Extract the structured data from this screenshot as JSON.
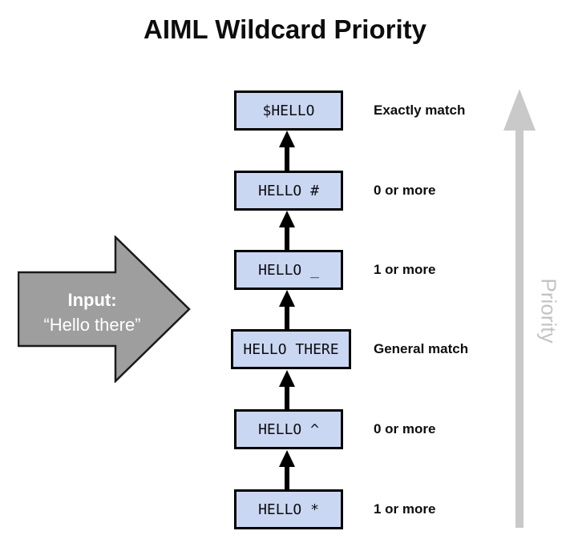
{
  "title": "AIML Wildcard Priority",
  "rows": [
    {
      "box": "$HELLO",
      "label": "Exactly match"
    },
    {
      "box": "HELLO #",
      "label": "0 or more"
    },
    {
      "box": "HELLO _",
      "label": "1 or more"
    },
    {
      "box": "HELLO THERE",
      "label": "General match"
    },
    {
      "box": "HELLO ^",
      "label": "0 or more"
    },
    {
      "box": "HELLO *",
      "label": "1 or more"
    }
  ],
  "input_arrow": {
    "heading": "Input:",
    "quote": "“Hello there”"
  },
  "priority_axis": {
    "label": "Priority"
  },
  "colors": {
    "box_fill": "#cad7f3",
    "box_border": "#000000",
    "connector": "#000000",
    "input_arrow_fill": "#9e9e9e",
    "input_arrow_outline": "#1a1a1a",
    "priority_arrow": "#c9c9c9",
    "priority_label_text": "#c3c3c3",
    "background": "#ffffff"
  }
}
